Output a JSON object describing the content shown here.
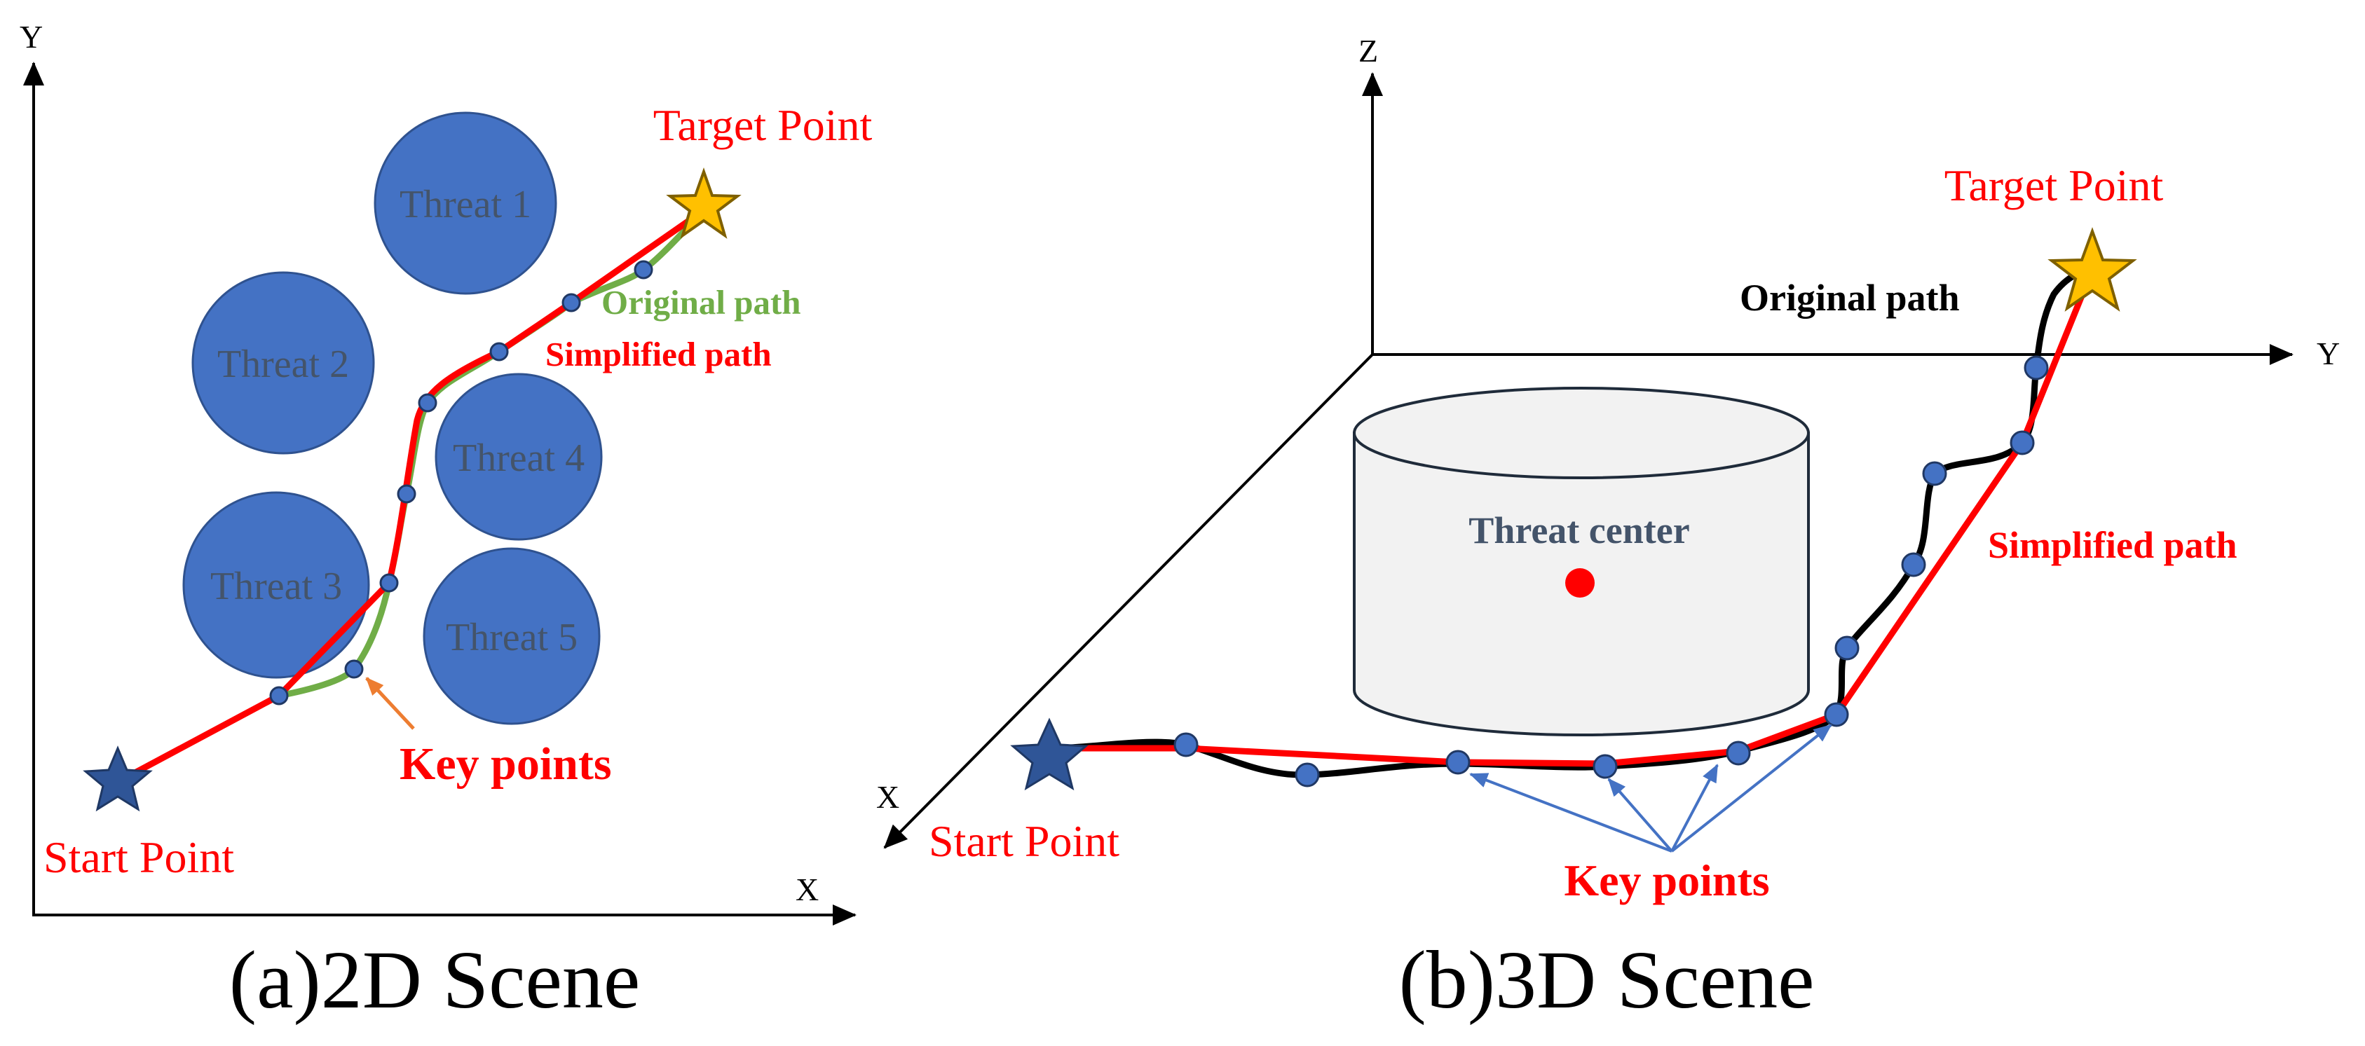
{
  "colors": {
    "threat_fill": "#4472c4",
    "threat_stroke": "#2f528f",
    "threat_text": "#44546a",
    "simplified_path": "#ff0000",
    "original_path_2d": "#70ad47",
    "original_path_3d": "#000000",
    "key_point": "#4472c4",
    "start_star": "#2f5597",
    "target_star": "#ffc000",
    "orange_arrow": "#ed7d31",
    "blue_arrow": "#4472c4",
    "cylinder_fill": "#f2f2f2",
    "threat_center_text": "#44546a",
    "threat_center_dot": "#ff0000"
  },
  "scene_2d": {
    "caption": "(a)2D Scene",
    "axis_x": "X",
    "axis_y": "Y",
    "target_label": "Target Point",
    "start_label": "Start Point",
    "original_path_label": "Original path",
    "simplified_path_label": "Simplified path",
    "key_points_label": "Key points",
    "threats": [
      "Threat 1",
      "Threat 2",
      "Threat 4",
      "Threat 3",
      "Threat 5"
    ]
  },
  "scene_3d": {
    "caption": "(b)3D Scene",
    "axis_x": "X",
    "axis_y": "Y",
    "axis_z": "Z",
    "target_label": "Target Point",
    "start_label": "Start Point",
    "original_path_label": "Original path",
    "simplified_path_label": "Simplified path",
    "key_points_label": "Key points",
    "threat_center_label": "Threat center"
  }
}
